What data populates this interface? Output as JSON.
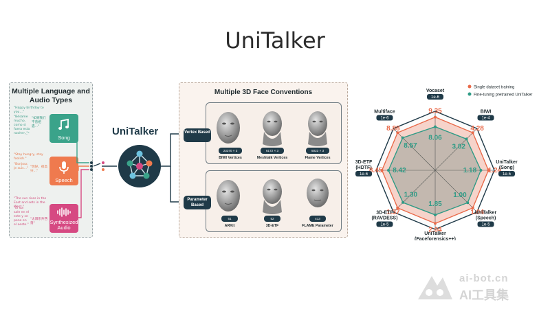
{
  "title": "UniTalker",
  "left_panel": {
    "title": "Multiple Language and Audio Types",
    "song": {
      "label": "Song",
      "quotes": [
        "\"Happy birthday to you...\"",
        "\"Bésame mucho, como si fuera esta noche...\"",
        "\"如果我们不曾相遇...\"",
        "\"...\""
      ]
    },
    "speech": {
      "label": "Speech",
      "quotes": [
        "\"Stay hungry, stay foolish.\"",
        "\"Bonjour, je suis...\"",
        "\"你好，很高兴...\""
      ]
    },
    "audio": {
      "label": "Synthesized Audio",
      "quotes": [
        "\"The sun rises in the East and sets in the West.\"",
        "\"El sol sale en el este y se pone en el oeste.\"",
        "\"太阳东升西落\""
      ]
    }
  },
  "center": {
    "label": "UniTalker"
  },
  "middle_panel": {
    "title": "Multiple 3D Face Conventions",
    "vertex": {
      "label": "Vertex Based",
      "items": [
        {
          "dims": "23370 × 3",
          "name": "BIWI Vertices"
        },
        {
          "dims": "6172 × 3",
          "name": "Meshtalk Vertices"
        },
        {
          "dims": "5023 × 3",
          "name": "Flame Vertices"
        }
      ]
    },
    "parameter": {
      "label": "Parameter Based",
      "items": [
        {
          "dims": "51",
          "name": "ARKit"
        },
        {
          "dims": "52",
          "name": "3D-ETF"
        },
        {
          "dims": "413",
          "name": "FLAME Parameter"
        }
      ]
    }
  },
  "chart_data": {
    "type": "radar",
    "legend": [
      "Single dataset training",
      "Fine-tuning pretrained UniTalker"
    ],
    "legend_position": "top-right",
    "colors": {
      "single": "#e96a4a",
      "finetune": "#2f9b86",
      "tag": "#1f3a48"
    },
    "axes": [
      {
        "label": "Vocaset",
        "scale": "1e-6",
        "single": 9.35,
        "finetune": 8.06
      },
      {
        "label": "BIWI",
        "scale": "1e-4",
        "single": 4.28,
        "finetune": 3.82
      },
      {
        "label": "UniTalker (Song)",
        "scale": "1e-5",
        "single": 1.24,
        "finetune": 1.18
      },
      {
        "label": "UniTalker (Speech)",
        "scale": "1e-5",
        "single": 1.04,
        "finetune": 1.0
      },
      {
        "label": "UniTalker (Faceforensics++)",
        "scale": "1e-5",
        "single": 2.04,
        "finetune": 1.85
      },
      {
        "label": "3D-ETF (RAVDESS)",
        "scale": "1e-5",
        "single": 1.37,
        "finetune": 1.3
      },
      {
        "label": "3D-ETF (HDTF)",
        "scale": "1e-6",
        "single": 8.45,
        "finetune": 8.42
      },
      {
        "label": "Multiface",
        "scale": "1e-6",
        "single": 8.88,
        "finetune": 8.57
      }
    ]
  },
  "watermark": {
    "url": "ai-bot.cn",
    "text": "AI工具集"
  }
}
